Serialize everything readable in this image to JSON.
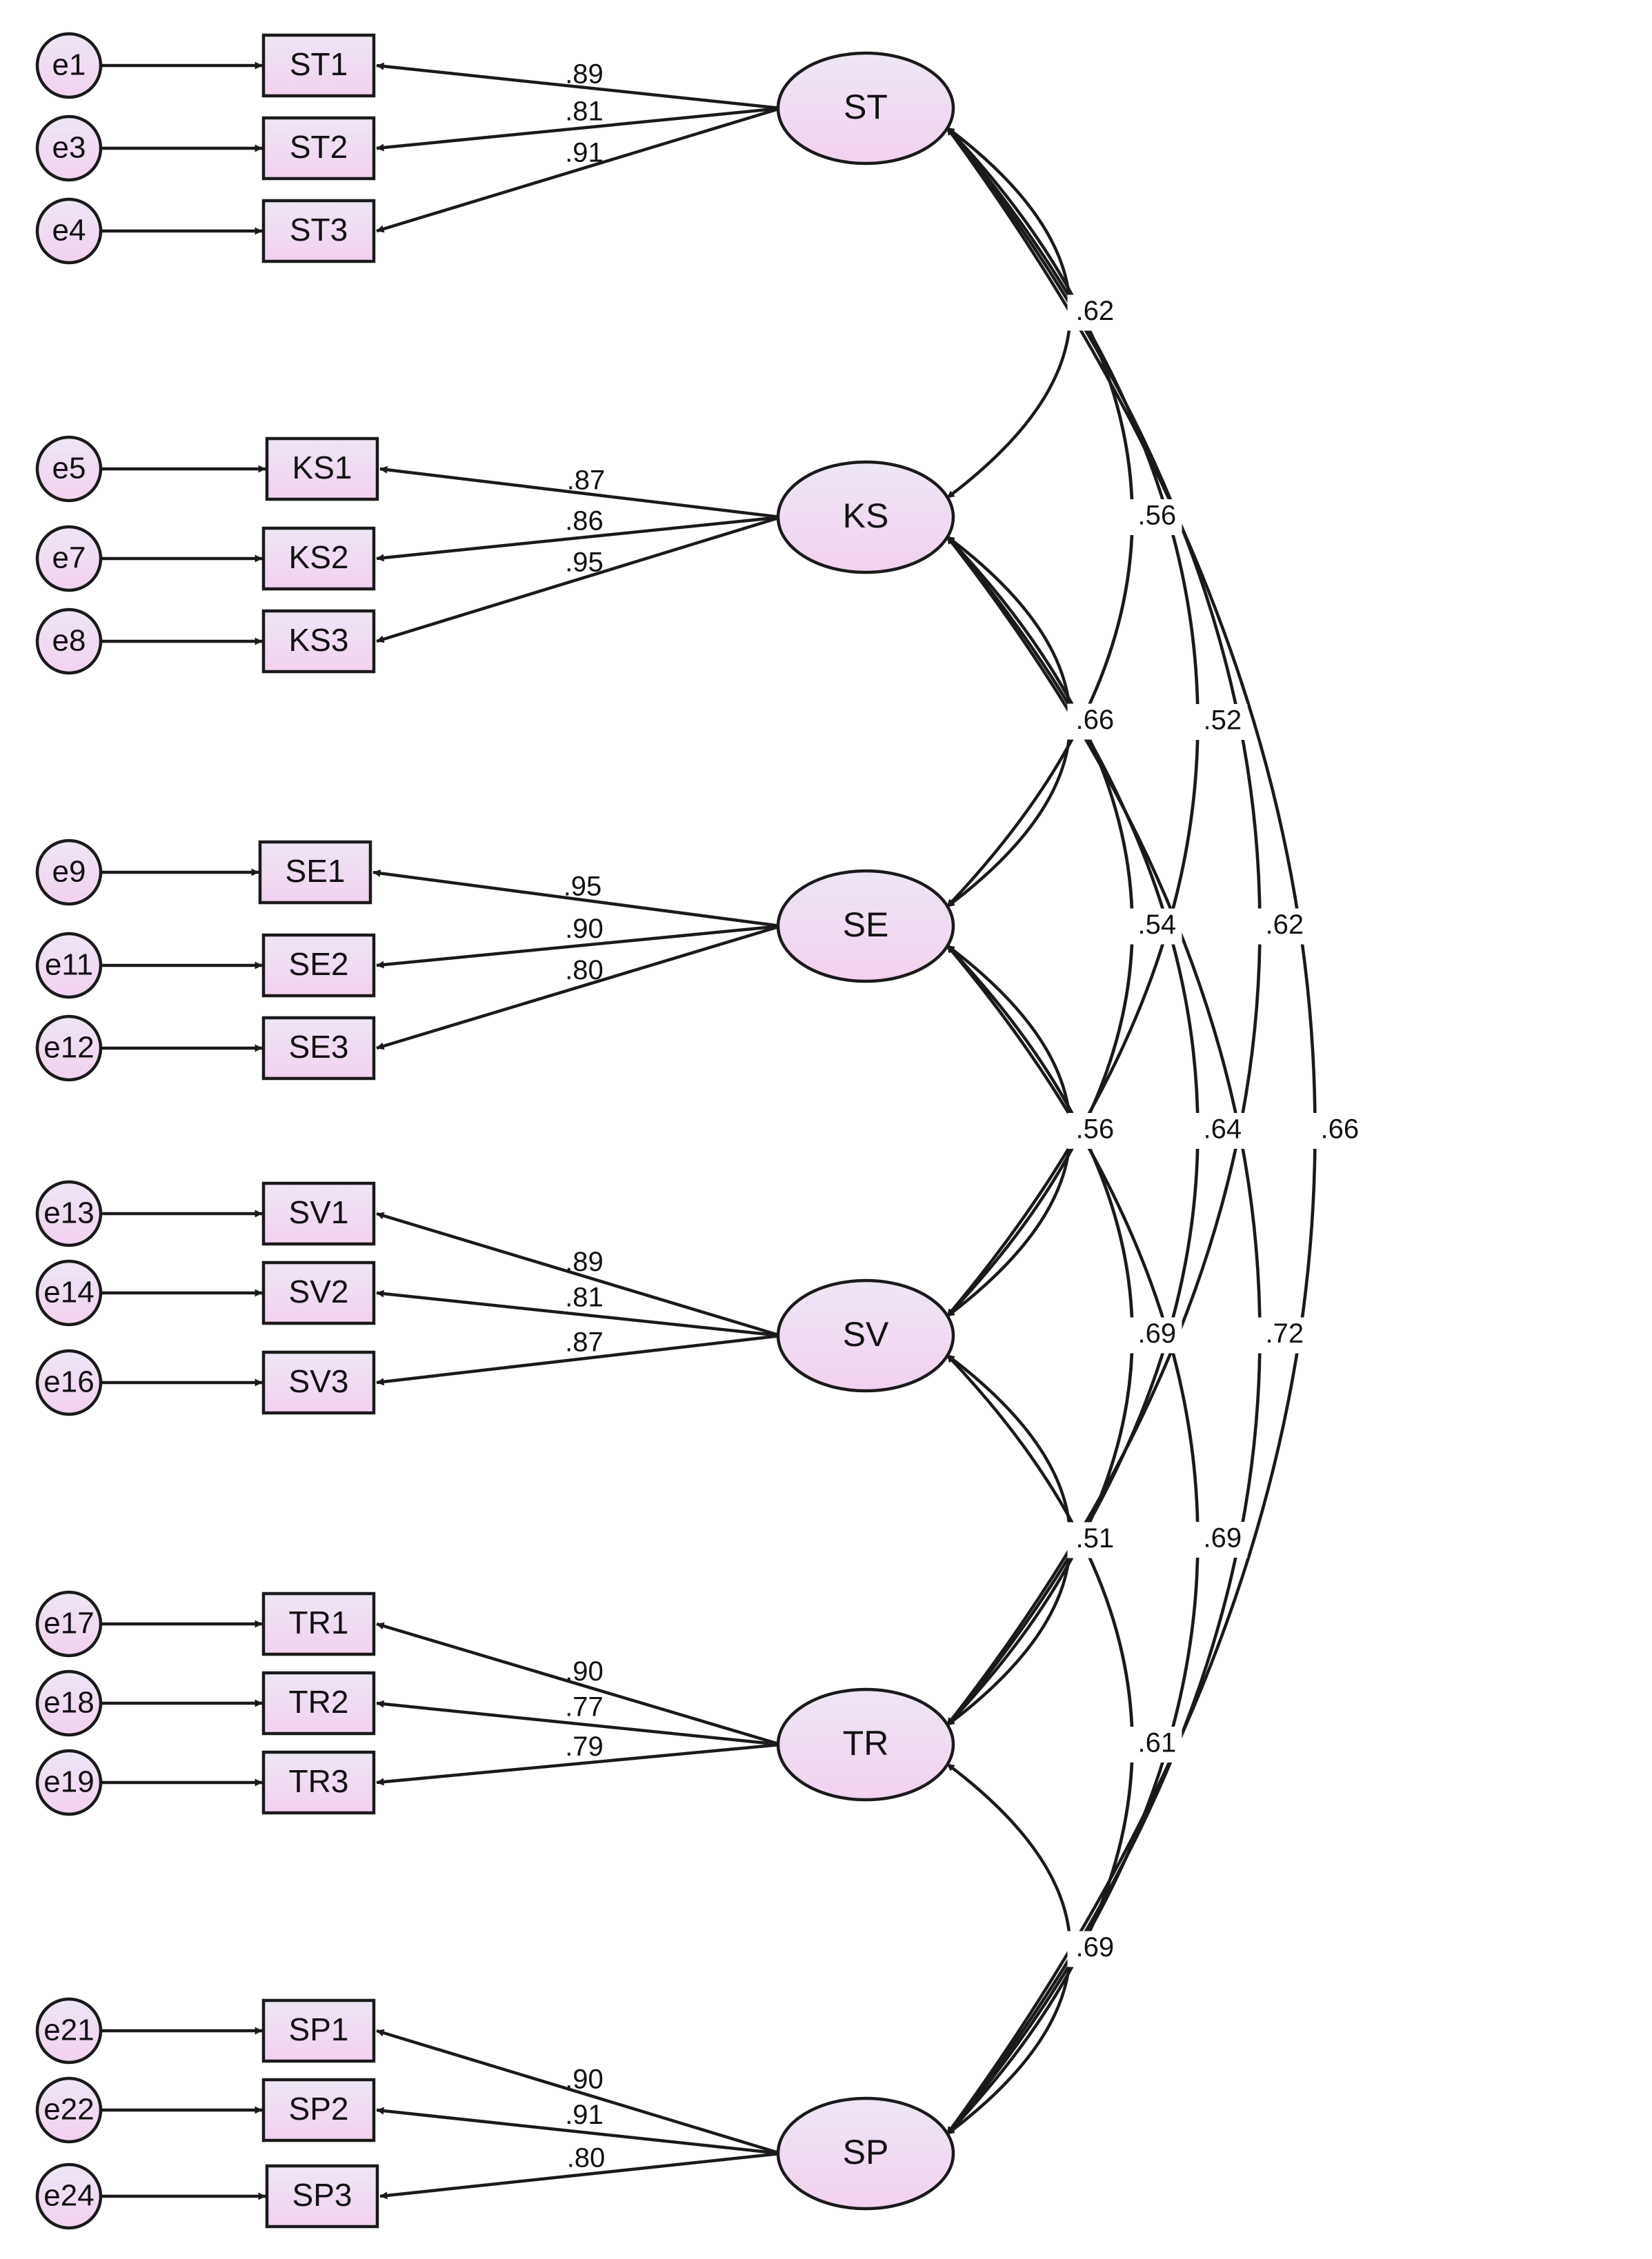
{
  "colors": {
    "node_fill_top": "#ede6f5",
    "node_fill_bottom": "#f2d2ef",
    "stroke": "#1a1a1a",
    "background": "#ffffff"
  },
  "latents": [
    {
      "id": "ST",
      "label": "ST"
    },
    {
      "id": "KS",
      "label": "KS"
    },
    {
      "id": "SE",
      "label": "SE"
    },
    {
      "id": "SV",
      "label": "SV"
    },
    {
      "id": "TR",
      "label": "TR"
    },
    {
      "id": "SP",
      "label": "SP"
    }
  ],
  "indicators": [
    {
      "latent": "ST",
      "items": [
        {
          "label": "ST1",
          "error": "e1",
          "loading": ".89"
        },
        {
          "label": "ST2",
          "error": "e3",
          "loading": ".81"
        },
        {
          "label": "ST3",
          "error": "e4",
          "loading": ".91"
        }
      ]
    },
    {
      "latent": "KS",
      "items": [
        {
          "label": "KS1",
          "error": "e5",
          "loading": ".87"
        },
        {
          "label": "KS2",
          "error": "e7",
          "loading": ".86"
        },
        {
          "label": "KS3",
          "error": "e8",
          "loading": ".95"
        }
      ]
    },
    {
      "latent": "SE",
      "items": [
        {
          "label": "SE1",
          "error": "e9",
          "loading": ".95"
        },
        {
          "label": "SE2",
          "error": "e11",
          "loading": ".90"
        },
        {
          "label": "SE3",
          "error": "e12",
          "loading": ".80"
        }
      ]
    },
    {
      "latent": "SV",
      "items": [
        {
          "label": "SV1",
          "error": "e13",
          "loading": ".89"
        },
        {
          "label": "SV2",
          "error": "e14",
          "loading": ".81"
        },
        {
          "label": "SV3",
          "error": "e16",
          "loading": ".87"
        }
      ]
    },
    {
      "latent": "TR",
      "items": [
        {
          "label": "TR1",
          "error": "e17",
          "loading": ".90"
        },
        {
          "label": "TR2",
          "error": "e18",
          "loading": ".77"
        },
        {
          "label": "TR3",
          "error": "e19",
          "loading": ".79"
        }
      ]
    },
    {
      "latent": "SP",
      "items": [
        {
          "label": "SP1",
          "error": "e21",
          "loading": ".90"
        },
        {
          "label": "SP2",
          "error": "e22",
          "loading": ".91"
        },
        {
          "label": "SP3",
          "error": "e24",
          "loading": ".80"
        }
      ]
    }
  ],
  "correlations": [
    {
      "from": "ST",
      "to": "KS",
      "value": ".62"
    },
    {
      "from": "ST",
      "to": "SE",
      "value": ".56"
    },
    {
      "from": "ST",
      "to": "SV",
      "value": ".52"
    },
    {
      "from": "ST",
      "to": "TR",
      "value": ".62"
    },
    {
      "from": "ST",
      "to": "SP",
      "value": ".66"
    },
    {
      "from": "KS",
      "to": "SE",
      "value": ".66"
    },
    {
      "from": "KS",
      "to": "SV",
      "value": ".54"
    },
    {
      "from": "KS",
      "to": "TR",
      "value": ".64"
    },
    {
      "from": "KS",
      "to": "SP",
      "value": ".72"
    },
    {
      "from": "SE",
      "to": "SV",
      "value": ".56"
    },
    {
      "from": "SE",
      "to": "TR",
      "value": ".69"
    },
    {
      "from": "SE",
      "to": "SP",
      "value": ".69"
    },
    {
      "from": "SV",
      "to": "TR",
      "value": ".51"
    },
    {
      "from": "SV",
      "to": "SP",
      "value": ".61"
    },
    {
      "from": "TR",
      "to": "SP",
      "value": ".69"
    }
  ]
}
